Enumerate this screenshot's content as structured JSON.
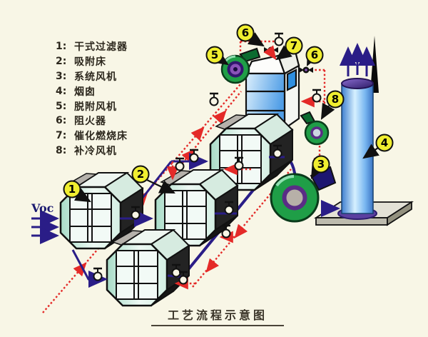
{
  "title": {
    "text": "工艺流程示意图"
  },
  "inlet": {
    "label": "Voc"
  },
  "legend": {
    "items": [
      {
        "num": "1:",
        "label": "干式过滤器"
      },
      {
        "num": "2:",
        "label": "吸附床"
      },
      {
        "num": "3:",
        "label": "系统风机"
      },
      {
        "num": "4:",
        "label": "烟囱"
      },
      {
        "num": "5:",
        "label": "脱附风机"
      },
      {
        "num": "6:",
        "label": "阻火器"
      },
      {
        "num": "7:",
        "label": "催化燃烧床"
      },
      {
        "num": "8:",
        "label": "补冷风机"
      }
    ]
  },
  "callouts": {
    "dry_filter": "1",
    "adsorption_bed": "2",
    "system_fan": "3",
    "chimney": "4",
    "desorption_fan": "5",
    "flame_arrester_top": "6",
    "catalytic_bed": "7",
    "flame_arrester_side": "6",
    "cooling_fan": "8"
  },
  "colors": {
    "background": "#f8f6e6",
    "pipe_blue": "#2a1d87",
    "desorption_red": "#e42a28",
    "callout_yellow": "#f0ee30",
    "fan_green": "#1f9e47",
    "tower_blue": "#58a4e8",
    "chimney_purple": "#5b3fa0",
    "text_dark": "#332e24"
  }
}
